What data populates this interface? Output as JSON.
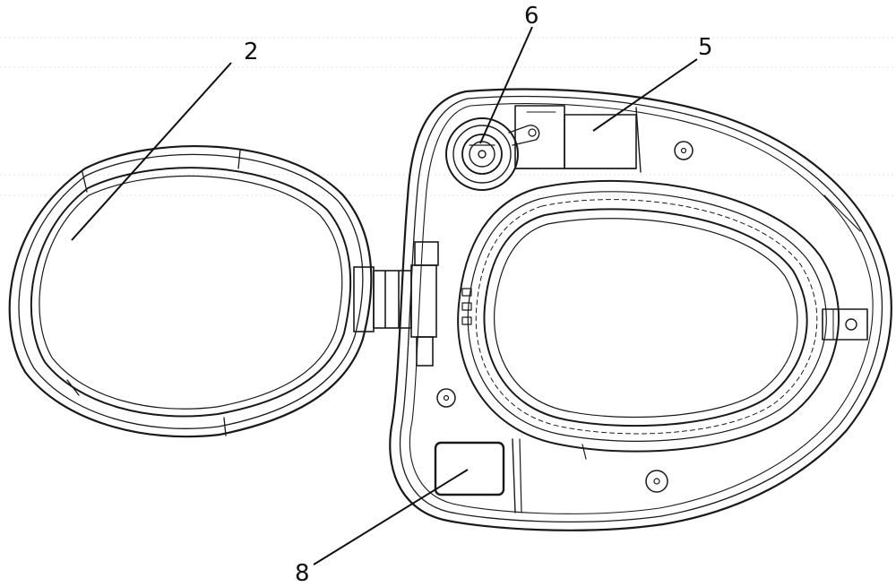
{
  "labels": {
    "l2": "2",
    "l5": "5",
    "l6": "6",
    "l8": "8"
  },
  "colors": {
    "line": "#1a1a1a",
    "background": "#ffffff",
    "faint_rule": "#d8d8d8"
  }
}
